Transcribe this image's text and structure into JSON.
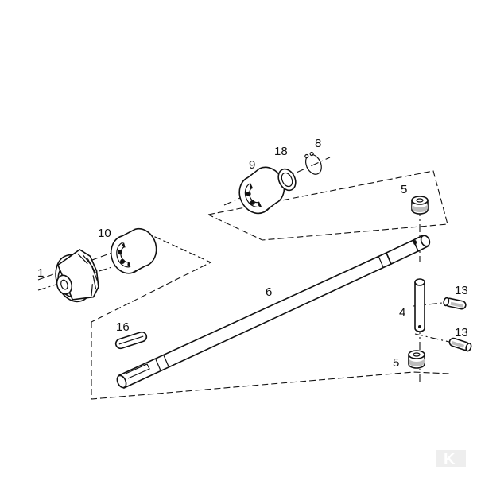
{
  "labels": {
    "gear": "1",
    "bearing_left": "10",
    "bearing_top": "9",
    "washer": "18",
    "circlip": "8",
    "shaft": "6",
    "key": "16",
    "bushing_top": "5",
    "pin_long": "4",
    "pin_short_top": "13",
    "pin_short_bottom": "13",
    "bushing_bottom": "5"
  },
  "logo_text": "K"
}
